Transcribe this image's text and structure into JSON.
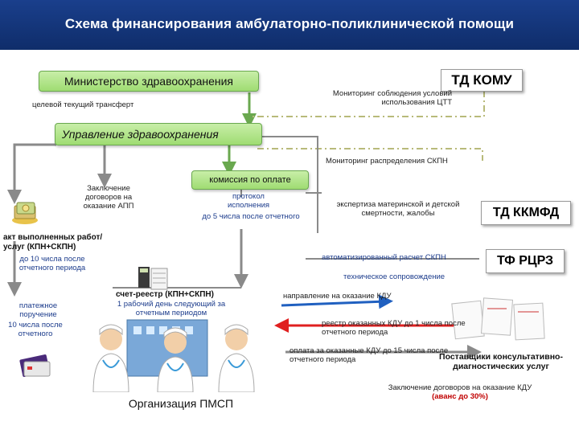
{
  "header": {
    "title": "Схема финансирования амбулаторно-поликлинической помощи"
  },
  "boxes": {
    "ministry": "Министерство здравоохранения",
    "td_komu": "ТД КОМУ",
    "health_dept": "Управление здравоохранения",
    "commission": "комиссия по оплате",
    "td_kkmfd": "ТД ККМФД",
    "tf_rcpz": "ТФ РЦРЗ"
  },
  "labels": {
    "target_transfer": "целевой текущий трансферт",
    "monitoring_ctt": "Мониторинг соблюдения условий использования ЦТТ",
    "monitoring_skpn": "Мониторинг распределения СКПН",
    "contract_app": "Заключение договоров на оказание АПП",
    "protocol": "протокол исполнения",
    "protocol_due": "до 5 числа после отчетного",
    "expertise": "экспертиза материнской и детской смертности, жалобы",
    "act_works": "акт выполненных работ/услуг (КПН+СКПН)",
    "act_due": "до 10 числа после отчетного периода",
    "auto_calc": "автоматизированный расчет СКПН",
    "tech_support": "техническое сопровождение",
    "payment_order": "платежное поручение",
    "payment_due": "10 числа после отчетного",
    "invoice": "счет-реестр (КПН+СКПН)",
    "invoice_due": "1 рабочий день следующий за отчетным периодом",
    "kdu_direction": "направление на оказание КДУ",
    "kdu_registry": "реестр оказанных КДУ до 1 числа после отчетного периода",
    "kdu_payment": "оплата за оказанные КДУ до 15 числа после отчетного периода",
    "suppliers": "Поставщики консультативно-диагностических услуг",
    "kdu_contract": "Заключение договоров на оказание КДУ",
    "kdu_advance": "(аванс до 30%)",
    "pmsp": "Организация ПМСП"
  },
  "colors": {
    "header_bg": "#1a3f8c",
    "box_green": "#9fdc72",
    "arrow_gray": "#8a8a8a",
    "arrow_green": "#6aa84f",
    "arrow_dashed": "#b8ba7a",
    "arrow_red": "#e02020",
    "arrow_blue": "#2060c0"
  }
}
